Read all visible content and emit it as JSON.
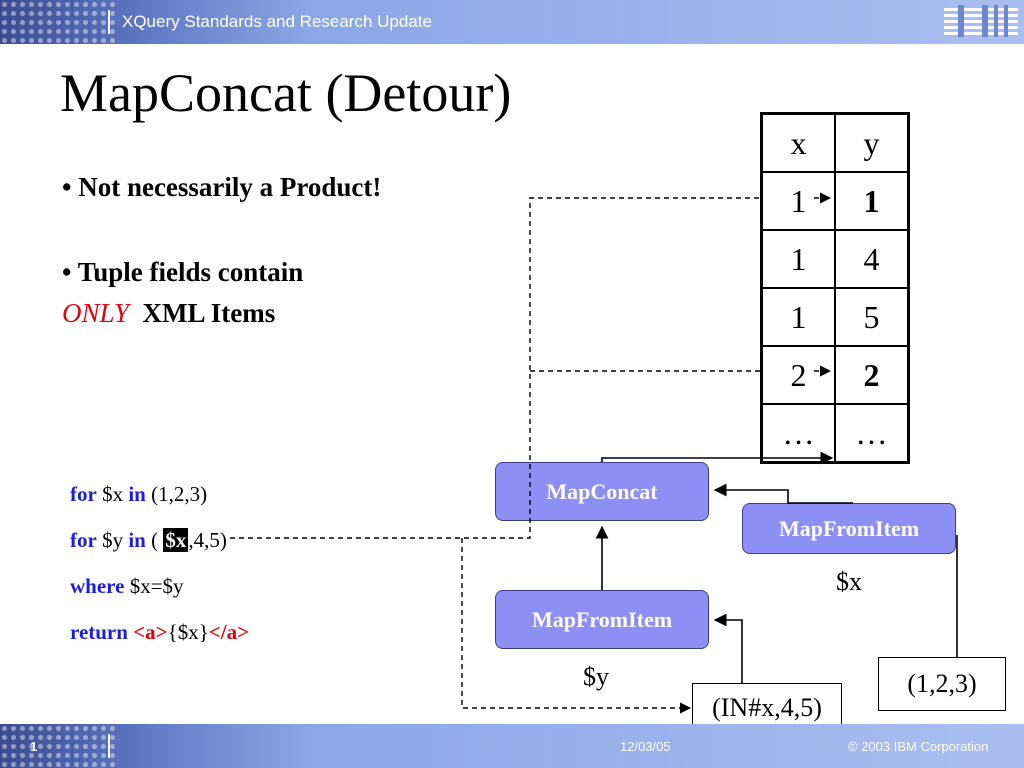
{
  "header": {
    "title": "XQuery Standards and Research Update",
    "logo_text": "IBM"
  },
  "footer": {
    "page_number": "1",
    "date": "12/03/05",
    "copyright": "© 2003 IBM Corporation"
  },
  "slide_title": "MapConcat (Detour)",
  "bullets": {
    "b1": "• Not necessarily a Product!",
    "b2": "• Tuple fields contain",
    "b3_italic": "ONLY",
    "b3_rest": "XML Items"
  },
  "code": {
    "l1": {
      "kw1": "for",
      "v1": " $x ",
      "kw2": "in",
      "rest": " (1,2,3)"
    },
    "l2": {
      "kw1": "for",
      "v1": " $y ",
      "kw2": "in",
      "open": " ( ",
      "hl": "$x",
      "rest": ",4,5)"
    },
    "l3": {
      "kw1": "where",
      "rest": " $x=$y"
    },
    "l4": {
      "kw1": "return",
      "tag_open": " <a>",
      "expr": "{$x}",
      "tag_close": "</a>"
    }
  },
  "table": {
    "headers": [
      "x",
      "y"
    ],
    "rows": [
      {
        "x": "1",
        "y": "1"
      },
      {
        "x": "1",
        "y": "4"
      },
      {
        "x": "1",
        "y": "5"
      },
      {
        "x": "2",
        "y": "2"
      },
      {
        "x": "…",
        "y": "…"
      }
    ]
  },
  "diagram": {
    "mapconcat": "MapConcat",
    "mapfromitem_right": "MapFromItem",
    "mapfromitem_left": "MapFromItem",
    "var_x": "$x",
    "var_y": "$y",
    "source_x": "(1,2,3)",
    "source_y": "(IN#x,4,5)"
  },
  "colors": {
    "keyword": "#1e1ed8",
    "tag": "#e0000f",
    "op_box": "#8d8ff4",
    "banner": "#5f78c4"
  }
}
